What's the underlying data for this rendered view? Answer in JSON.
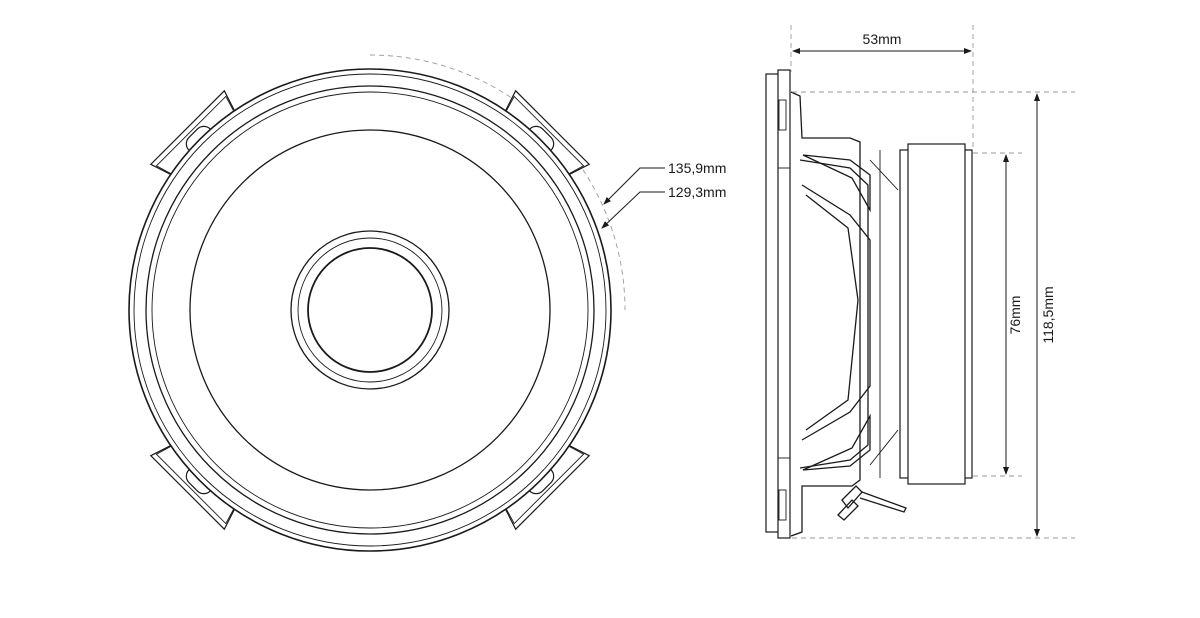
{
  "front_view": {
    "outer_diameter_label": "135,9mm",
    "cutout_diameter_label": "129,3mm"
  },
  "side_view": {
    "depth_label": "53mm",
    "height_label": "118,5mm",
    "magnet_label": "76mm"
  },
  "colors": {
    "line": "#1a1a1a",
    "dashed": "#9a9a9a",
    "background": "#ffffff"
  }
}
